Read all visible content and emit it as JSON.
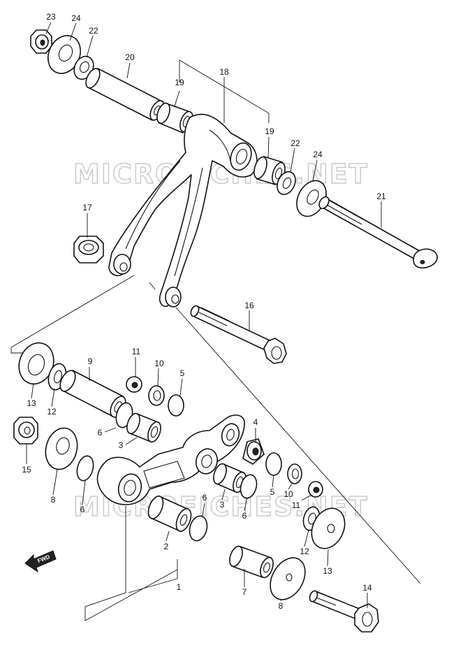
{
  "watermark": "MICROFICHES.NET",
  "fwd_label": "FWD",
  "callouts": [
    {
      "id": "c23",
      "label": "23"
    },
    {
      "id": "c24a",
      "label": "24"
    },
    {
      "id": "c22a",
      "label": "22"
    },
    {
      "id": "c20",
      "label": "20"
    },
    {
      "id": "c19a",
      "label": "19"
    },
    {
      "id": "c18",
      "label": "18"
    },
    {
      "id": "c19b",
      "label": "19"
    },
    {
      "id": "c22b",
      "label": "22"
    },
    {
      "id": "c24b",
      "label": "24"
    },
    {
      "id": "c21",
      "label": "21"
    },
    {
      "id": "c17",
      "label": "17"
    },
    {
      "id": "c16",
      "label": "16"
    },
    {
      "id": "c9",
      "label": "9"
    },
    {
      "id": "c11a",
      "label": "11"
    },
    {
      "id": "c10a",
      "label": "10"
    },
    {
      "id": "c5a",
      "label": "5"
    },
    {
      "id": "c13a",
      "label": "13"
    },
    {
      "id": "c12a",
      "label": "12"
    },
    {
      "id": "c6a",
      "label": "6"
    },
    {
      "id": "c3a",
      "label": "3"
    },
    {
      "id": "c4",
      "label": "4"
    },
    {
      "id": "c15",
      "label": "15"
    },
    {
      "id": "c8a",
      "label": "8"
    },
    {
      "id": "c6b",
      "label": "6"
    },
    {
      "id": "c6c",
      "label": "6"
    },
    {
      "id": "c3b",
      "label": "3"
    },
    {
      "id": "c6d",
      "label": "6"
    },
    {
      "id": "c5b",
      "label": "5"
    },
    {
      "id": "c10b",
      "label": "10"
    },
    {
      "id": "c11b",
      "label": "11"
    },
    {
      "id": "c2",
      "label": "2"
    },
    {
      "id": "c12b",
      "label": "12"
    },
    {
      "id": "c13b",
      "label": "13"
    },
    {
      "id": "c1",
      "label": "1"
    },
    {
      "id": "c7",
      "label": "7"
    },
    {
      "id": "c14",
      "label": "14"
    },
    {
      "id": "c8b",
      "label": "8"
    }
  ]
}
